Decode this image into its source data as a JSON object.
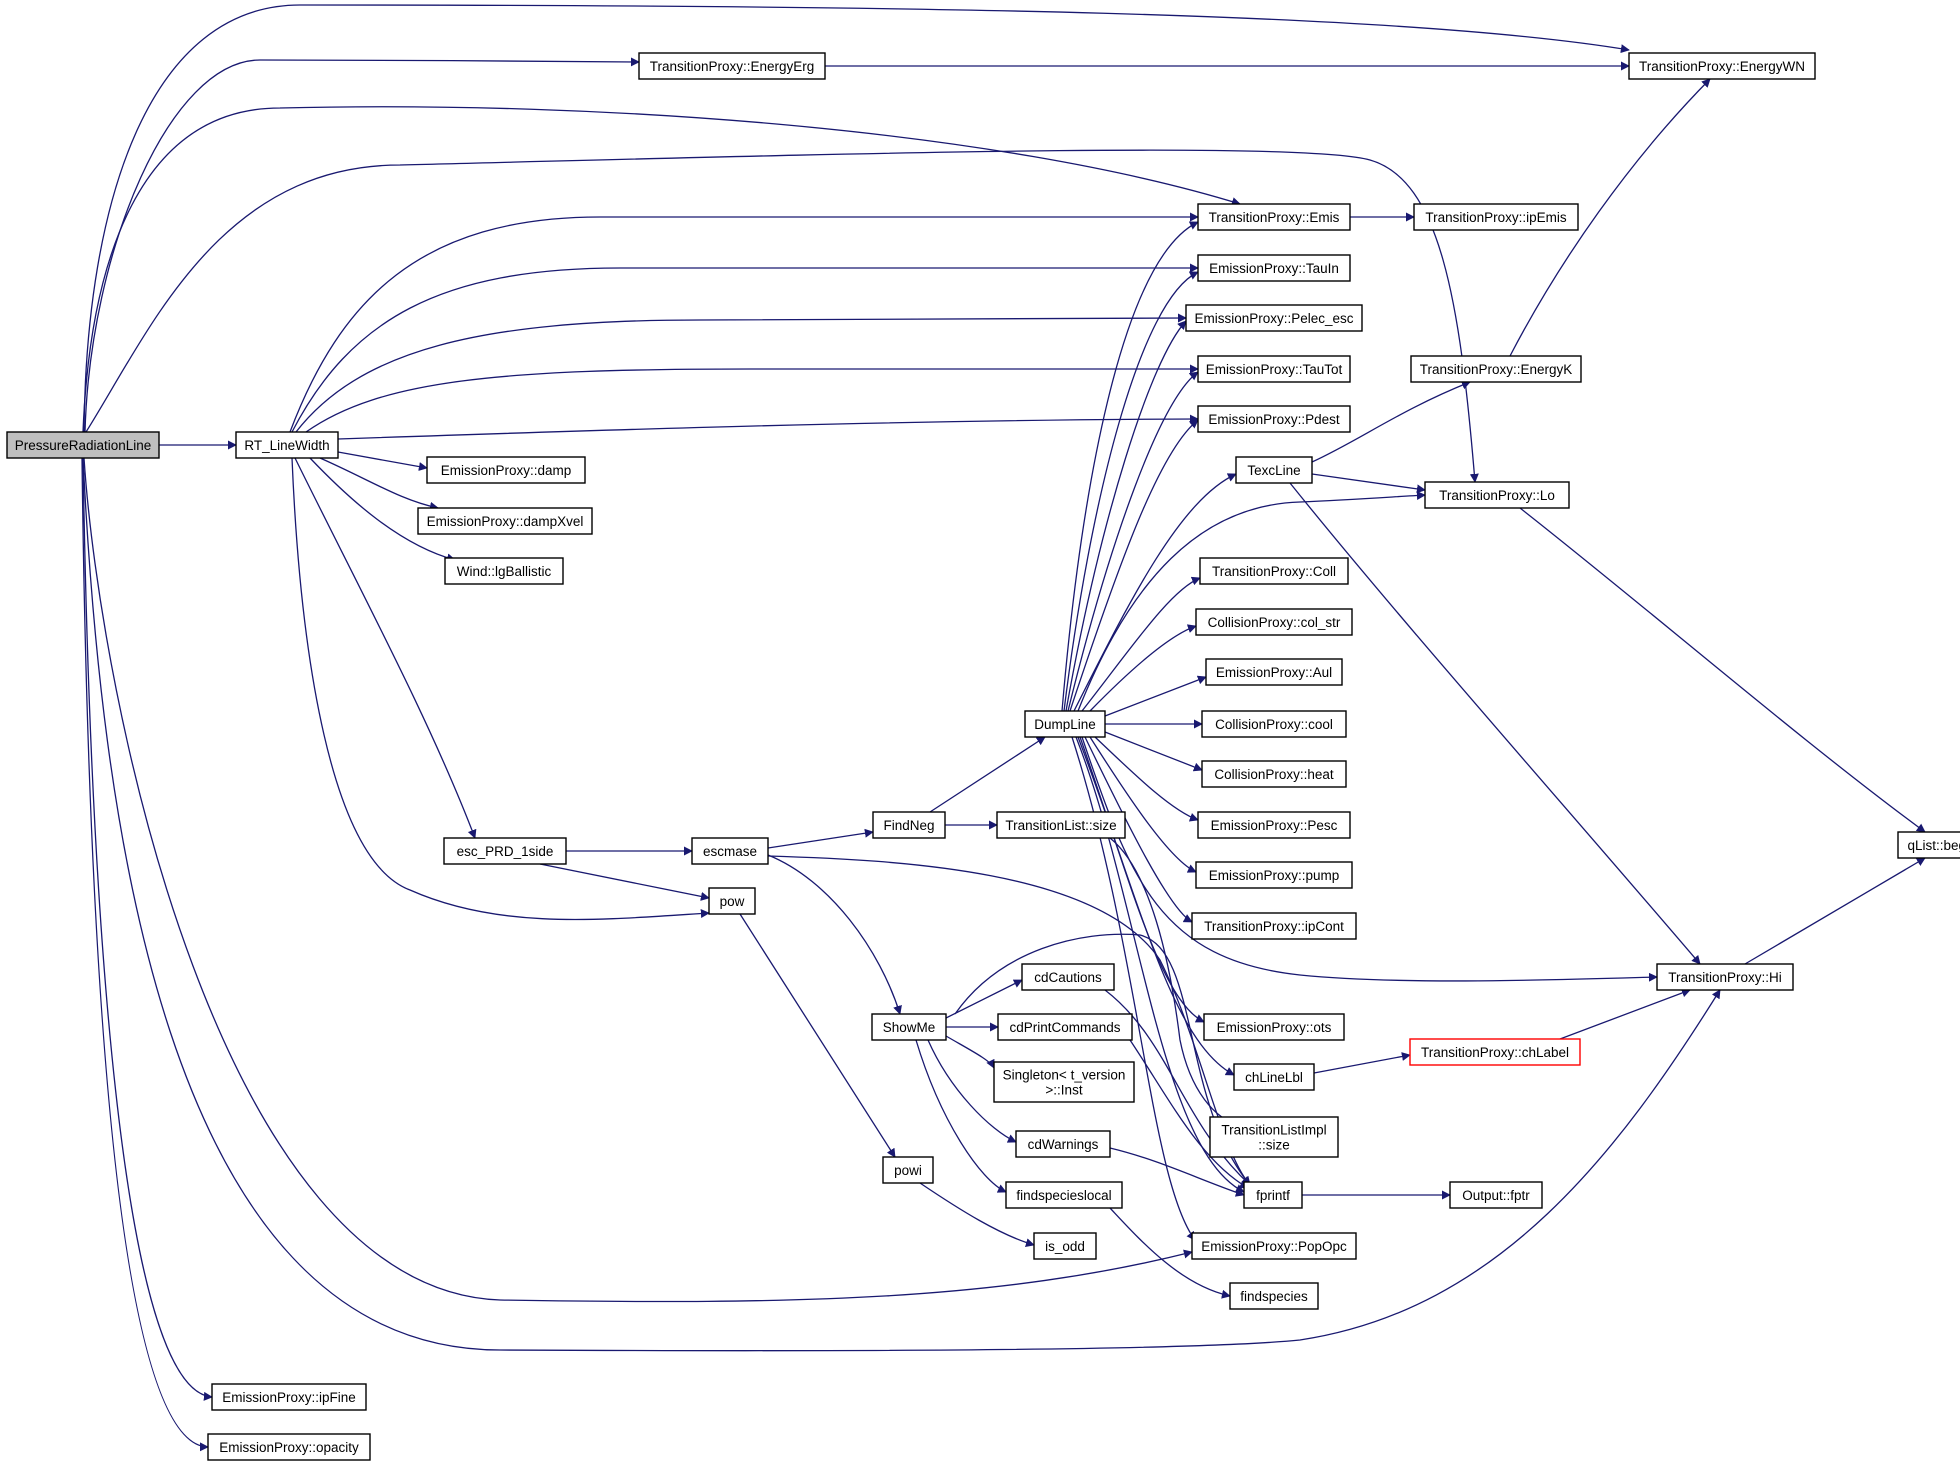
{
  "graph": {
    "edge_color": "#191970",
    "root_fill": "#bfbfbf",
    "highlight_border": "#ff0000",
    "nodes": [
      {
        "id": "root",
        "label": "PressureRadiationLine"
      },
      {
        "id": "rtlw",
        "label": "RT_LineWidth"
      },
      {
        "id": "energyerg",
        "label": "TransitionProxy::EnergyErg"
      },
      {
        "id": "energywn",
        "label": "TransitionProxy::EnergyWN"
      },
      {
        "id": "emis",
        "label": "TransitionProxy::Emis"
      },
      {
        "id": "ipemis",
        "label": "TransitionProxy::ipEmis"
      },
      {
        "id": "tauin",
        "label": "EmissionProxy::TauIn"
      },
      {
        "id": "pelec",
        "label": "EmissionProxy::Pelec_esc"
      },
      {
        "id": "tautot",
        "label": "EmissionProxy::TauTot"
      },
      {
        "id": "pdest",
        "label": "EmissionProxy::Pdest"
      },
      {
        "id": "energyk",
        "label": "TransitionProxy::EnergyK"
      },
      {
        "id": "texcline",
        "label": "TexcLine"
      },
      {
        "id": "lo",
        "label": "TransitionProxy::Lo"
      },
      {
        "id": "damp",
        "label": "EmissionProxy::damp"
      },
      {
        "id": "dampxvel",
        "label": "EmissionProxy::dampXvel"
      },
      {
        "id": "lgball",
        "label": "Wind::lgBallistic"
      },
      {
        "id": "coll",
        "label": "TransitionProxy::Coll"
      },
      {
        "id": "colstr",
        "label": "CollisionProxy::col_str"
      },
      {
        "id": "aul",
        "label": "EmissionProxy::Aul"
      },
      {
        "id": "dumpline",
        "label": "DumpLine"
      },
      {
        "id": "cool",
        "label": "CollisionProxy::cool"
      },
      {
        "id": "heat",
        "label": "CollisionProxy::heat"
      },
      {
        "id": "pesc",
        "label": "EmissionProxy::Pesc"
      },
      {
        "id": "findneg",
        "label": "FindNeg"
      },
      {
        "id": "tlsize",
        "label": "TransitionList::size"
      },
      {
        "id": "escprd",
        "label": "esc_PRD_1side"
      },
      {
        "id": "escmase",
        "label": "escmase"
      },
      {
        "id": "qbegin",
        "label": "qList::begin"
      },
      {
        "id": "pump",
        "label": "EmissionProxy::pump"
      },
      {
        "id": "pow",
        "label": "pow"
      },
      {
        "id": "ipcont",
        "label": "TransitionProxy::ipCont"
      },
      {
        "id": "cdcautions",
        "label": "cdCautions"
      },
      {
        "id": "hi",
        "label": "TransitionProxy::Hi"
      },
      {
        "id": "showme",
        "label": "ShowMe"
      },
      {
        "id": "cdprint",
        "label": "cdPrintCommands"
      },
      {
        "id": "ots",
        "label": "EmissionProxy::ots"
      },
      {
        "id": "chlabel",
        "label": "TransitionProxy::chLabel"
      },
      {
        "id": "singleton",
        "label": "Singleton< t_version >::Inst"
      },
      {
        "id": "chlinelbl",
        "label": "chLineLbl"
      },
      {
        "id": "tlimplsize",
        "label": "TransitionListImpl ::size"
      },
      {
        "id": "cdwarnings",
        "label": "cdWarnings"
      },
      {
        "id": "powi",
        "label": "powi"
      },
      {
        "id": "findspecieslocal",
        "label": "findspecieslocal"
      },
      {
        "id": "fprintf",
        "label": "fprintf"
      },
      {
        "id": "outputfptr",
        "label": "Output::fptr"
      },
      {
        "id": "isodd",
        "label": "is_odd"
      },
      {
        "id": "popopc",
        "label": "EmissionProxy::PopOpc"
      },
      {
        "id": "findspecies",
        "label": "findspecies"
      },
      {
        "id": "ipfine",
        "label": "EmissionProxy::ipFine"
      },
      {
        "id": "opacity",
        "label": "EmissionProxy::opacity"
      }
    ],
    "edges": [
      {
        "from": "root",
        "to": "rtlw"
      },
      {
        "from": "root",
        "to": "energyerg"
      },
      {
        "from": "root",
        "to": "energywn"
      },
      {
        "from": "root",
        "to": "emis"
      },
      {
        "from": "root",
        "to": "lo"
      },
      {
        "from": "root",
        "to": "popopc"
      },
      {
        "from": "root",
        "to": "hi"
      },
      {
        "from": "root",
        "to": "ipfine"
      },
      {
        "from": "root",
        "to": "opacity"
      },
      {
        "from": "energyerg",
        "to": "energywn"
      },
      {
        "from": "emis",
        "to": "ipemis"
      },
      {
        "from": "rtlw",
        "to": "emis"
      },
      {
        "from": "rtlw",
        "to": "tauin"
      },
      {
        "from": "rtlw",
        "to": "pelec"
      },
      {
        "from": "rtlw",
        "to": "tautot"
      },
      {
        "from": "rtlw",
        "to": "pdest"
      },
      {
        "from": "rtlw",
        "to": "damp"
      },
      {
        "from": "rtlw",
        "to": "dampxvel"
      },
      {
        "from": "rtlw",
        "to": "lgball"
      },
      {
        "from": "rtlw",
        "to": "escprd"
      },
      {
        "from": "rtlw",
        "to": "pow"
      },
      {
        "from": "escprd",
        "to": "escmase"
      },
      {
        "from": "escprd",
        "to": "pow"
      },
      {
        "from": "escmase",
        "to": "findneg"
      },
      {
        "from": "escmase",
        "to": "showme"
      },
      {
        "from": "escmase",
        "to": "fprintf"
      },
      {
        "from": "findneg",
        "to": "dumpline"
      },
      {
        "from": "findneg",
        "to": "tlsize"
      },
      {
        "from": "tlsize",
        "to": "tlimplsize"
      },
      {
        "from": "dumpline",
        "to": "emis"
      },
      {
        "from": "dumpline",
        "to": "tauin"
      },
      {
        "from": "dumpline",
        "to": "pelec"
      },
      {
        "from": "dumpline",
        "to": "tautot"
      },
      {
        "from": "dumpline",
        "to": "pdest"
      },
      {
        "from": "dumpline",
        "to": "texcline"
      },
      {
        "from": "dumpline",
        "to": "lo"
      },
      {
        "from": "dumpline",
        "to": "coll"
      },
      {
        "from": "dumpline",
        "to": "colstr"
      },
      {
        "from": "dumpline",
        "to": "aul"
      },
      {
        "from": "dumpline",
        "to": "cool"
      },
      {
        "from": "dumpline",
        "to": "heat"
      },
      {
        "from": "dumpline",
        "to": "pesc"
      },
      {
        "from": "dumpline",
        "to": "pump"
      },
      {
        "from": "dumpline",
        "to": "ipcont"
      },
      {
        "from": "dumpline",
        "to": "hi"
      },
      {
        "from": "dumpline",
        "to": "ots"
      },
      {
        "from": "dumpline",
        "to": "chlinelbl"
      },
      {
        "from": "dumpline",
        "to": "fprintf"
      },
      {
        "from": "dumpline",
        "to": "popopc"
      },
      {
        "from": "texcline",
        "to": "energyk"
      },
      {
        "from": "texcline",
        "to": "lo"
      },
      {
        "from": "texcline",
        "to": "hi"
      },
      {
        "from": "energyk",
        "to": "energywn"
      },
      {
        "from": "lo",
        "to": "qbegin"
      },
      {
        "from": "hi",
        "to": "qbegin"
      },
      {
        "from": "chlabel",
        "to": "hi"
      },
      {
        "from": "chlinelbl",
        "to": "chlabel"
      },
      {
        "from": "pow",
        "to": "powi"
      },
      {
        "from": "powi",
        "to": "isodd"
      },
      {
        "from": "showme",
        "to": "cdcautions"
      },
      {
        "from": "showme",
        "to": "cdprint"
      },
      {
        "from": "showme",
        "to": "singleton"
      },
      {
        "from": "showme",
        "to": "cdwarnings"
      },
      {
        "from": "showme",
        "to": "findspecieslocal"
      },
      {
        "from": "showme",
        "to": "fprintf"
      },
      {
        "from": "cdcautions",
        "to": "fprintf"
      },
      {
        "from": "cdprint",
        "to": "fprintf"
      },
      {
        "from": "cdwarnings",
        "to": "fprintf"
      },
      {
        "from": "findspecieslocal",
        "to": "findspecies"
      },
      {
        "from": "fprintf",
        "to": "outputfptr"
      }
    ]
  }
}
